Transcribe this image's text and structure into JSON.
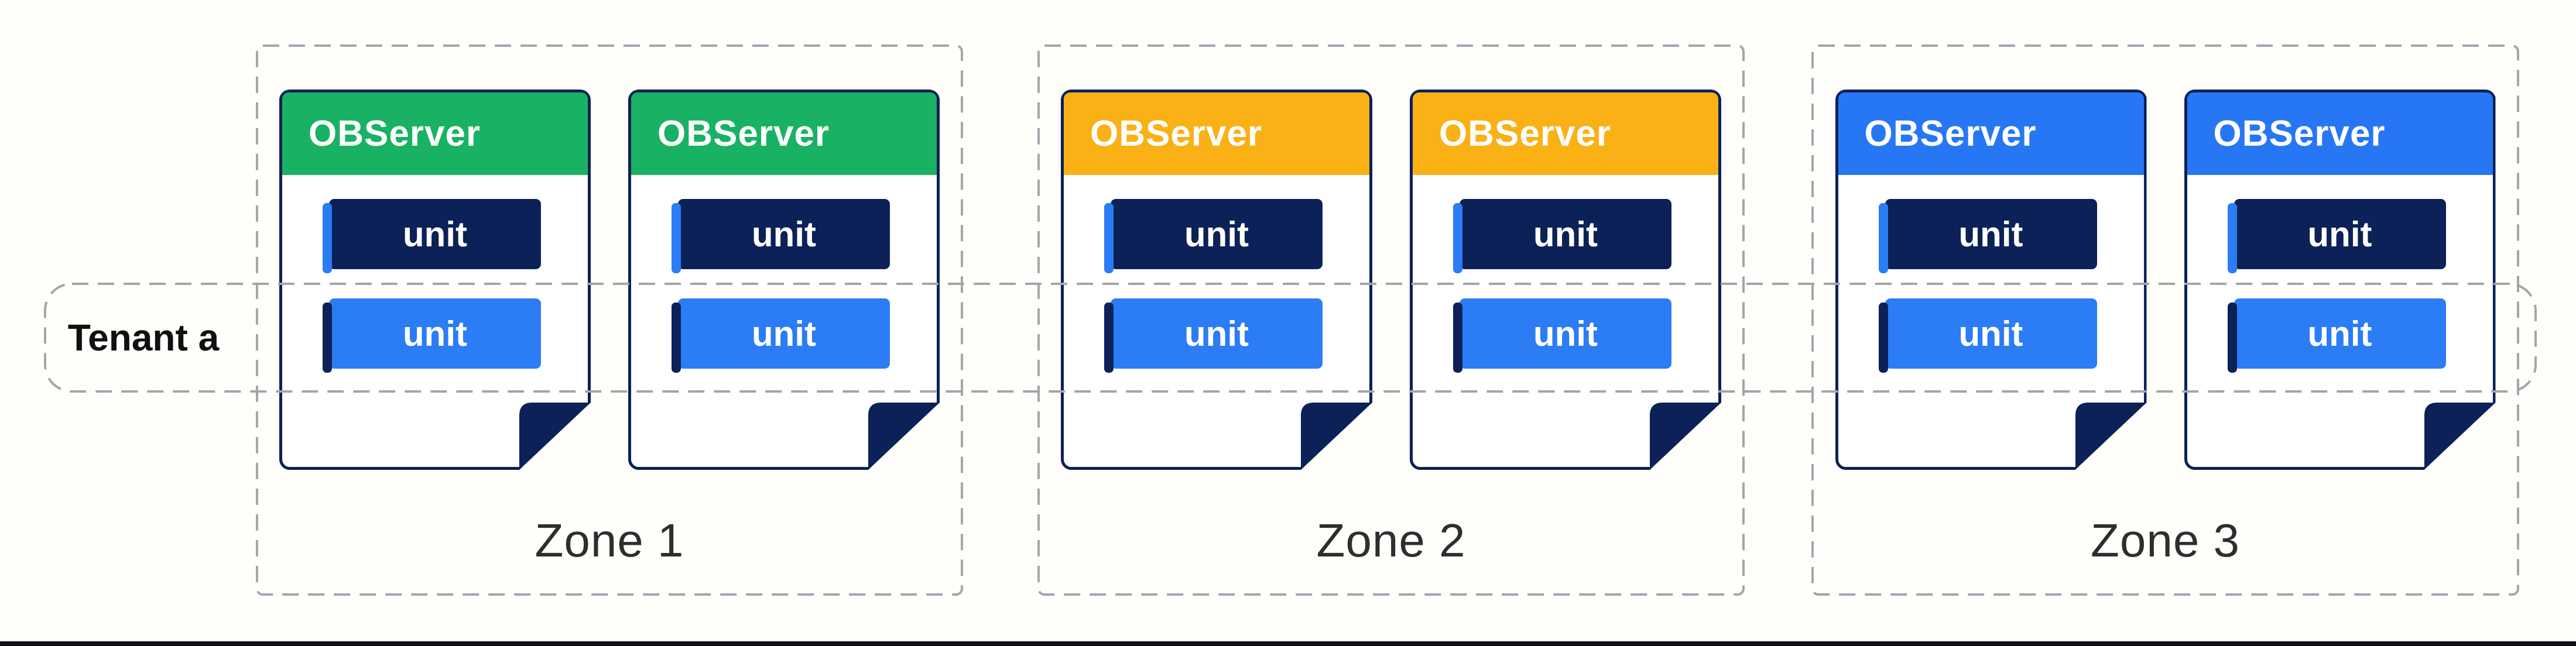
{
  "tenant": {
    "label": "Tenant a"
  },
  "zones": [
    {
      "label": "Zone 1",
      "header_color": "#19b264",
      "servers": [
        {
          "title": "OBServer",
          "units": [
            {
              "label": "unit",
              "style": "dark"
            },
            {
              "label": "unit",
              "style": "light"
            }
          ]
        },
        {
          "title": "OBServer",
          "units": [
            {
              "label": "unit",
              "style": "dark"
            },
            {
              "label": "unit",
              "style": "light"
            }
          ]
        }
      ]
    },
    {
      "label": "Zone 2",
      "header_color": "#f9b116",
      "servers": [
        {
          "title": "OBServer",
          "units": [
            {
              "label": "unit",
              "style": "dark"
            },
            {
              "label": "unit",
              "style": "light"
            }
          ]
        },
        {
          "title": "OBServer",
          "units": [
            {
              "label": "unit",
              "style": "dark"
            },
            {
              "label": "unit",
              "style": "light"
            }
          ]
        }
      ]
    },
    {
      "label": "Zone 3",
      "header_color": "#2777f4",
      "servers": [
        {
          "title": "OBServer",
          "units": [
            {
              "label": "unit",
              "style": "dark"
            },
            {
              "label": "unit",
              "style": "light"
            }
          ]
        },
        {
          "title": "OBServer",
          "units": [
            {
              "label": "unit",
              "style": "dark"
            },
            {
              "label": "unit",
              "style": "light"
            }
          ]
        }
      ]
    }
  ],
  "colors": {
    "navy": "#0b2157",
    "unit_light": "#2b7cf5",
    "dash": "#a2a6ab",
    "zone_label_color": "#2e2e2e",
    "tenant_label_color": "#101010",
    "bottom_bar": "#101114",
    "page_bg": "#fffefb"
  }
}
